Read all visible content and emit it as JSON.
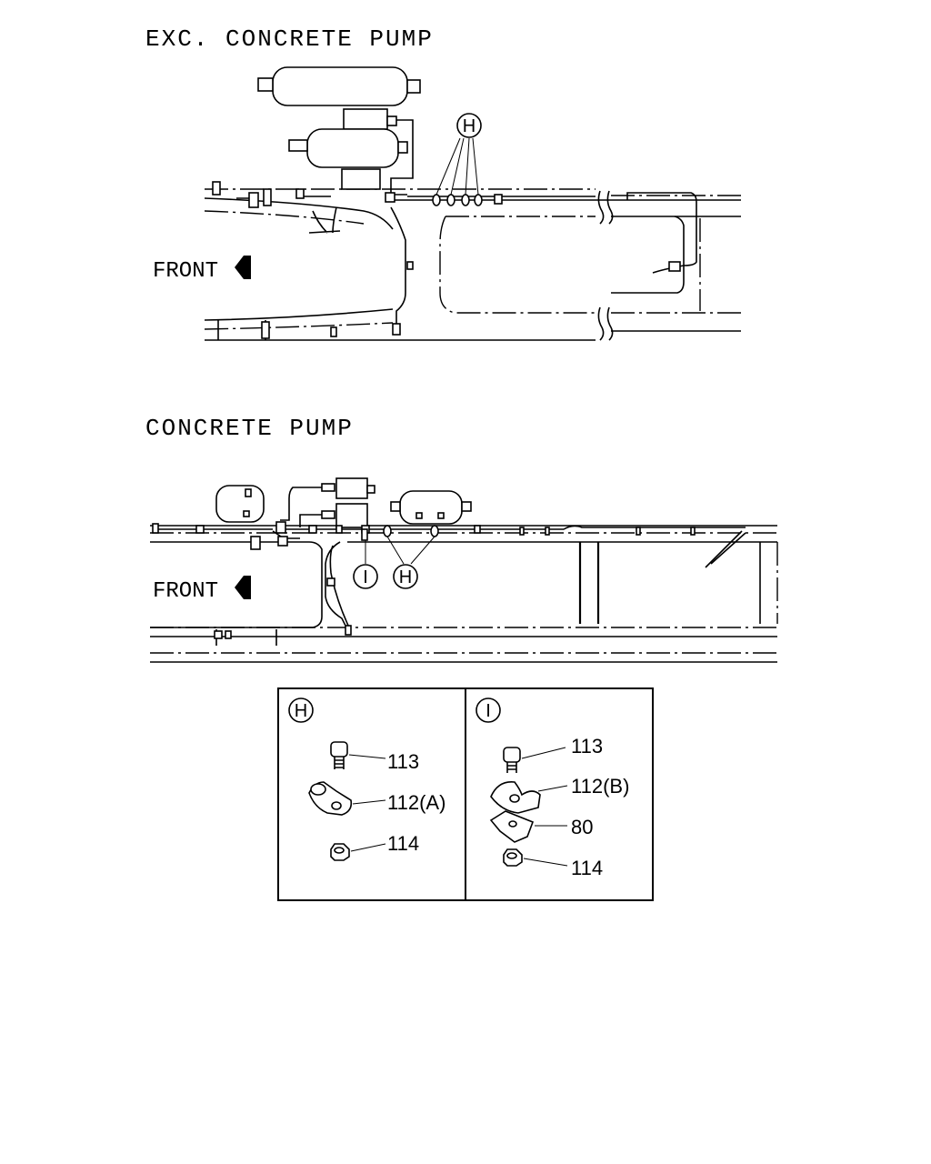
{
  "top_view": {
    "title": "EXC. CONCRETE PUMP",
    "front_label": "FRONT",
    "callout_H": "H"
  },
  "bottom_view": {
    "title": "CONCRETE PUMP",
    "front_label": "FRONT",
    "callout_I": "I",
    "callout_H": "H"
  },
  "detail_H": {
    "callout": "H",
    "parts": [
      "113",
      "112(A)",
      "114"
    ]
  },
  "detail_I": {
    "callout": "I",
    "parts": [
      "113",
      "112(B)",
      "80",
      "114"
    ]
  }
}
